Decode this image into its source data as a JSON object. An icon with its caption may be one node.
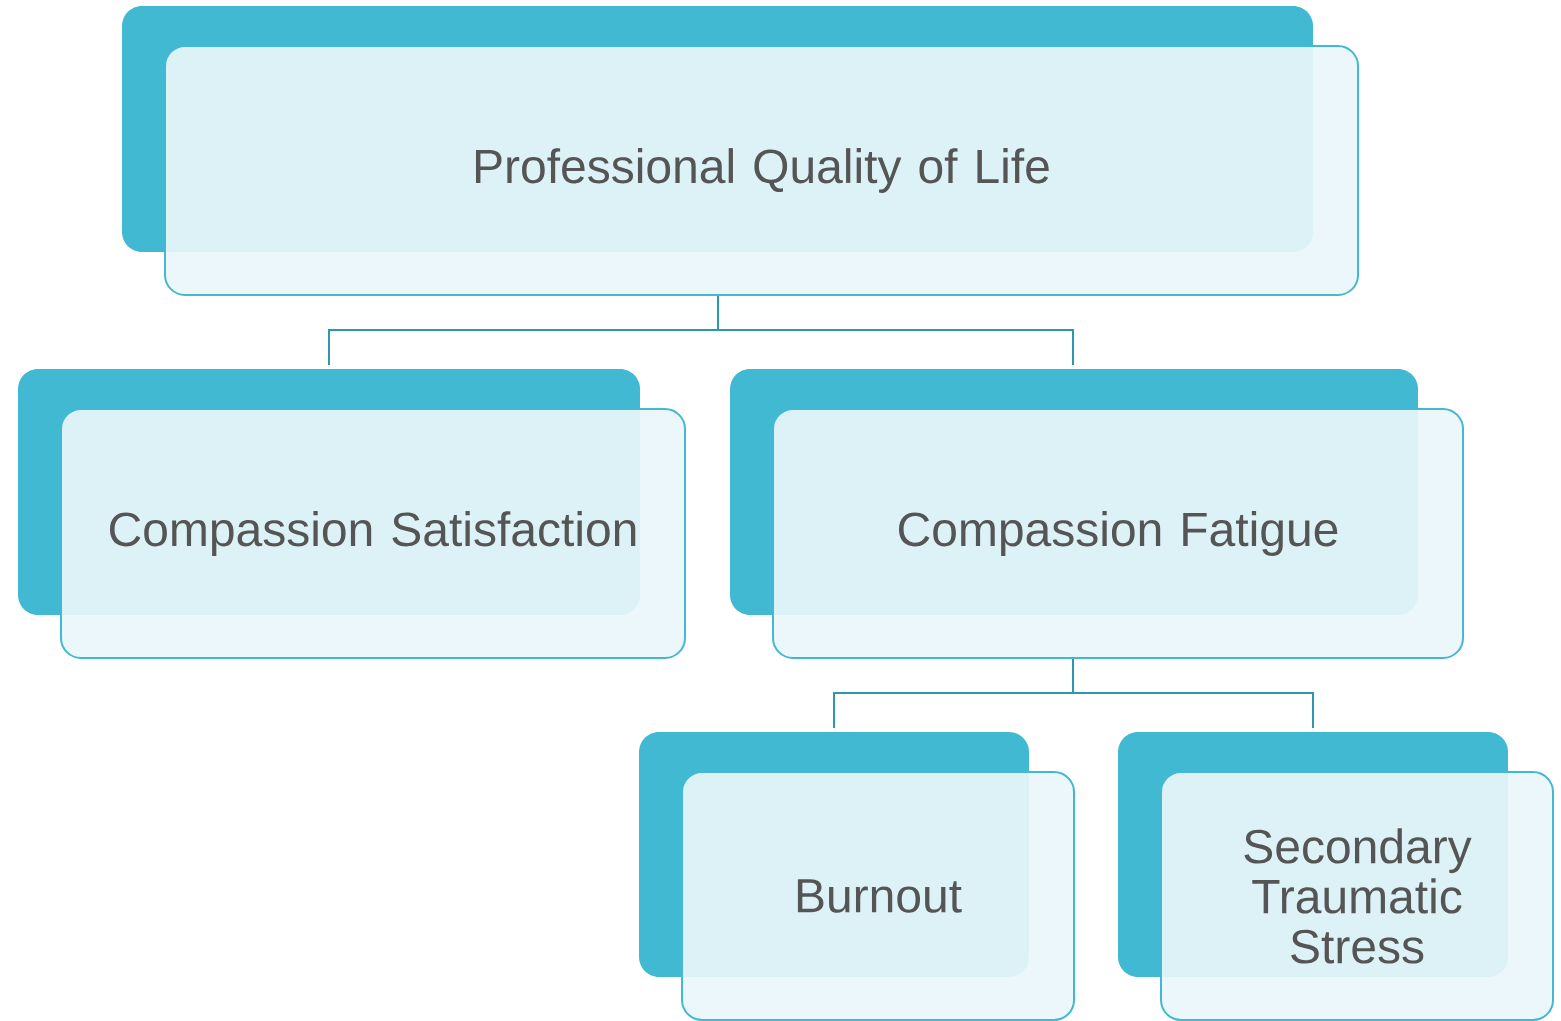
{
  "diagram": {
    "nodes": [
      {
        "text": [
          "Professional Quality of Life"
        ]
      },
      {
        "text": [
          "Compassion Satisfaction"
        ]
      },
      {
        "text": [
          "Compassion Fatigue"
        ]
      },
      {
        "text": [
          "Burnout"
        ]
      },
      {
        "text": [
          "Secondary Traumatic Stress"
        ]
      }
    ],
    "edges": [
      {
        "from": 0,
        "to": 1,
        "arrow": "none"
      },
      {
        "from": 0,
        "to": 2,
        "arrow": "none"
      },
      {
        "from": 2,
        "to": 3,
        "arrow": "none"
      },
      {
        "from": 2,
        "to": 4,
        "arrow": "none"
      }
    ]
  }
}
